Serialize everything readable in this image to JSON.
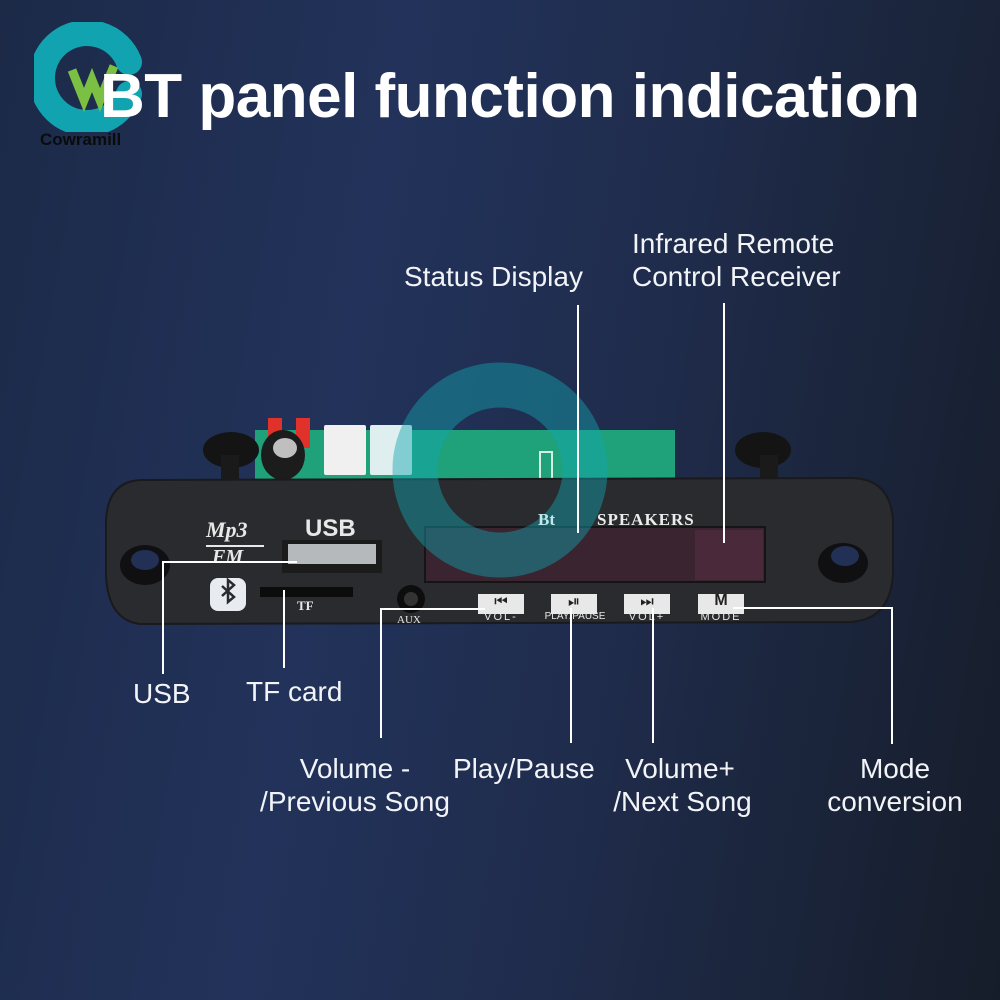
{
  "brand": {
    "name": "Cowramill",
    "colors": {
      "ring": "#12a3b0",
      "letter": "#7cc043",
      "text": "#0b0b0b"
    }
  },
  "title": "BT panel function indication",
  "panel": {
    "top_left_text": "Mp3",
    "top_left_subtext": "FM",
    "usb_text": "USB",
    "tf_text": "TF",
    "aux_text": "AUX",
    "display_brand": "Bt",
    "display_text": "SPEAKERS",
    "watermark": "Cowramill",
    "buttons": [
      {
        "name": "vol-minus",
        "label": "VOL-",
        "glyph": "⏮"
      },
      {
        "name": "play-pause",
        "label": "PLAY/PAUSE",
        "glyph": "⏯"
      },
      {
        "name": "vol-plus",
        "label": "VOL+",
        "glyph": "⏭"
      },
      {
        "name": "mode",
        "label": "MODE",
        "glyph": "M"
      }
    ]
  },
  "callouts": {
    "status_display": "Status Display",
    "ir_receiver_line1": "Infrared Remote",
    "ir_receiver_line2": "Control Receiver",
    "usb": "USB",
    "tf_card": "TF card",
    "volume_minus_line1": "Volume -",
    "volume_minus_line2": "/Previous Song",
    "play_pause": "Play/Pause",
    "volume_plus_line1": "Volume+",
    "volume_plus_line2": "/Next Song",
    "mode_line1": "Mode",
    "mode_line2": "conversion"
  }
}
